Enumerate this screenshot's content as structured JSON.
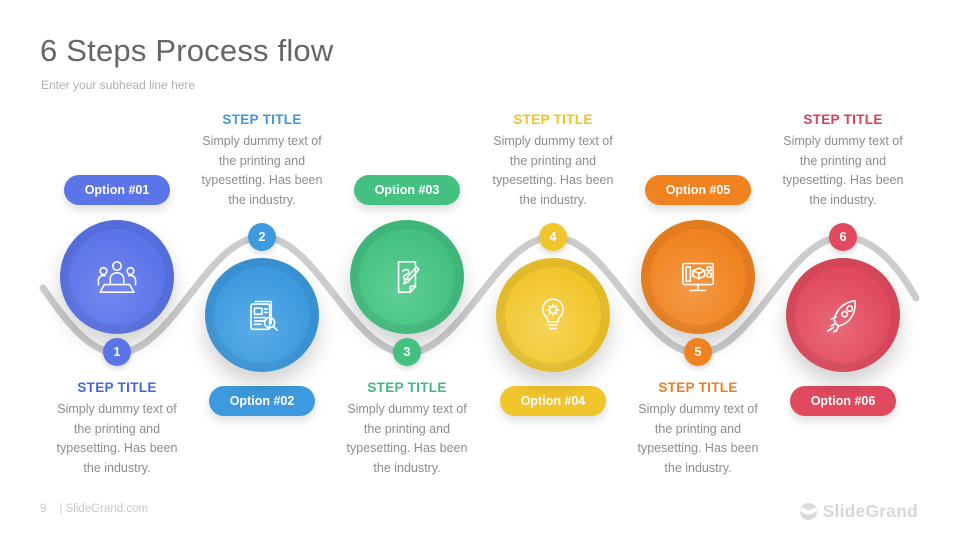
{
  "slide": {
    "title": "6 Steps Process flow",
    "subhead": "Enter your subhead line here"
  },
  "shared": {
    "step_title": "STEP TITLE",
    "description": "Simply dummy text of\nthe printing and\ntypesetting. Has been\nthe industry.",
    "timeline_color": "#cccccc",
    "description_color": "#8d8d8d"
  },
  "steps": [
    {
      "number": "1",
      "option_label": "Option #01",
      "icon": "meeting-icon",
      "accent": "#5b74e8",
      "accent_light": "#7388ef",
      "title_color": "#4466e2"
    },
    {
      "number": "2",
      "option_label": "Option #02",
      "icon": "document-search-icon",
      "accent": "#3d9ade",
      "accent_light": "#5aace7",
      "title_color": "#3e98dc"
    },
    {
      "number": "3",
      "option_label": "Option #03",
      "icon": "document-edit-icon",
      "accent": "#44c181",
      "accent_light": "#5fcf95",
      "title_color": "#3fbc7d"
    },
    {
      "number": "4",
      "option_label": "Option #04",
      "icon": "idea-bulb-icon",
      "accent": "#f1c52c",
      "accent_light": "#f6d558",
      "title_color": "#f2c21d"
    },
    {
      "number": "5",
      "option_label": "Option #05",
      "icon": "monitor-design-icon",
      "accent": "#f0831f",
      "accent_light": "#f49a46",
      "title_color": "#ee7d24"
    },
    {
      "number": "6",
      "option_label": "Option #06",
      "icon": "rocket-icon",
      "accent": "#e14a5e",
      "accent_light": "#e96a79",
      "title_color": "#d84058"
    }
  ],
  "footer": {
    "page_number": "9",
    "site_label": "| SlideGrand.com",
    "brand_name": "SlideGrand"
  }
}
